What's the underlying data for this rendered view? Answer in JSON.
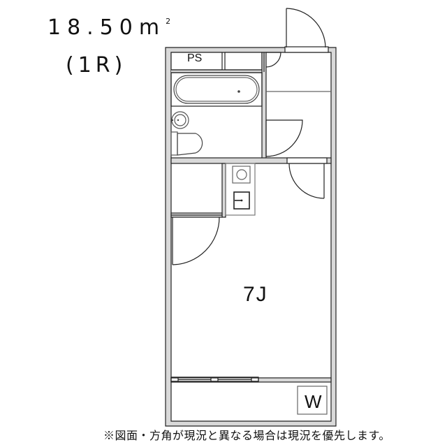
{
  "header": {
    "area": "18.50",
    "area_unit": "m",
    "area_unit_sup": "2",
    "layout_type": "(1R)"
  },
  "rooms": {
    "pipe_space": "PS",
    "main_room": "7J",
    "washer_space": "W"
  },
  "footer": {
    "note": "※図面・方角が現況と異なる場合は現況を優先します。"
  },
  "colors": {
    "wall_fill": "#d9d9d9",
    "line": "#222222",
    "fixture_line": "#555555"
  }
}
